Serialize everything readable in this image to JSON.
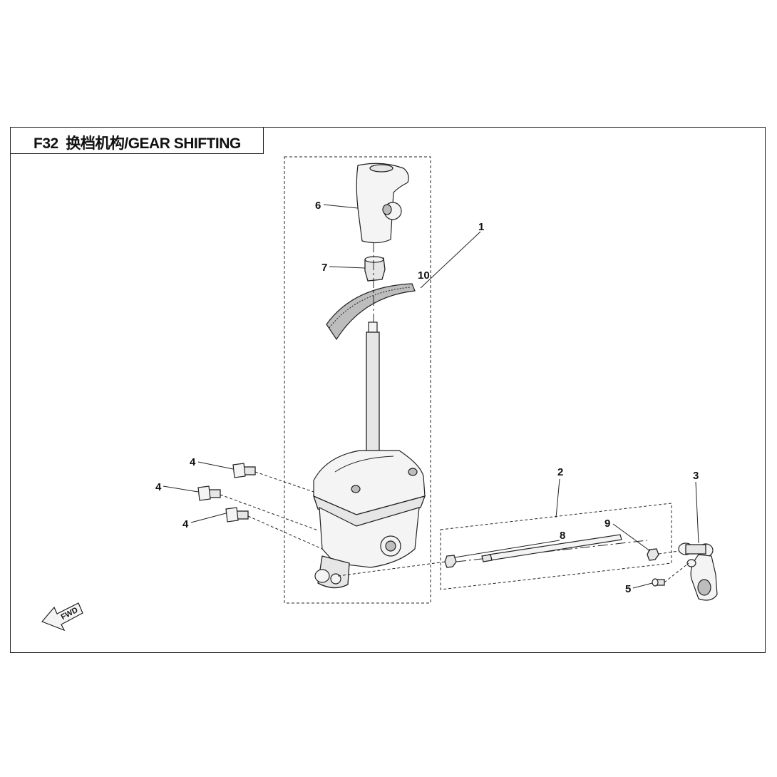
{
  "title": {
    "code": "F32",
    "name_cn": "换档机构",
    "name_en": "GEAR SHIFTING"
  },
  "fwd_label": "FWD",
  "callouts": [
    {
      "id": "1",
      "label": "1"
    },
    {
      "id": "2",
      "label": "2"
    },
    {
      "id": "3",
      "label": "3"
    },
    {
      "id": "4a",
      "label": "4"
    },
    {
      "id": "4b",
      "label": "4"
    },
    {
      "id": "4c",
      "label": "4"
    },
    {
      "id": "5",
      "label": "5"
    },
    {
      "id": "6",
      "label": "6"
    },
    {
      "id": "7",
      "label": "7"
    },
    {
      "id": "8",
      "label": "8"
    },
    {
      "id": "9",
      "label": "9"
    },
    {
      "id": "10",
      "label": "10"
    }
  ],
  "colors": {
    "line": "#222222",
    "fill": "#e6e6e6",
    "background": "#ffffff"
  }
}
